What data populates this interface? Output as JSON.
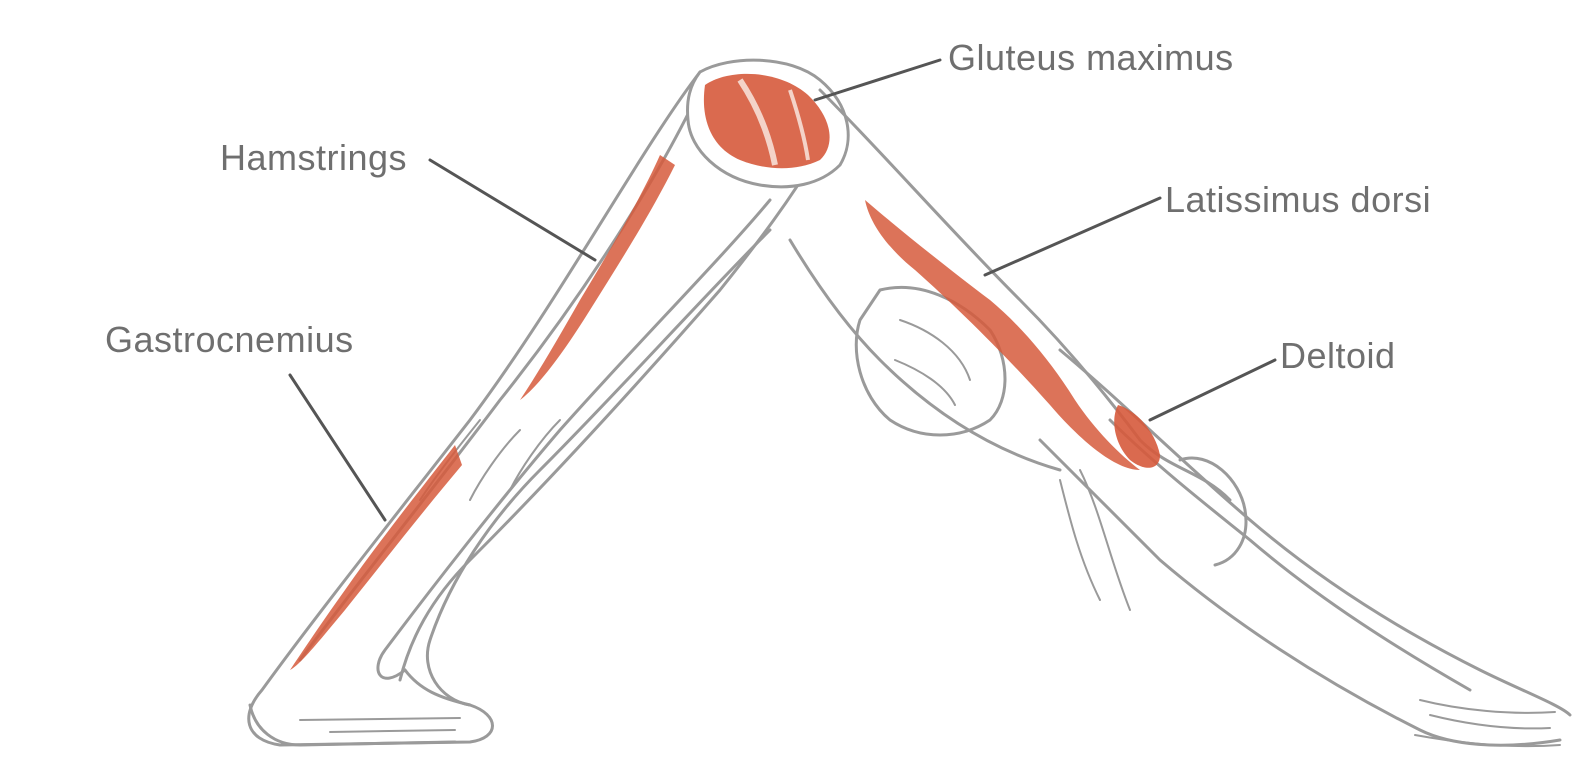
{
  "labels": {
    "gluteus": "Gluteus maximus",
    "hamstrings": "Hamstrings",
    "latissimus": "Latissimus dorsi",
    "gastrocnemius": "Gastrocnemius",
    "deltoid": "Deltoid"
  },
  "colors": {
    "muscle": "#d65a3c",
    "outline": "#9a9a9a",
    "leader": "#555555",
    "label": "#6f6f6f"
  }
}
